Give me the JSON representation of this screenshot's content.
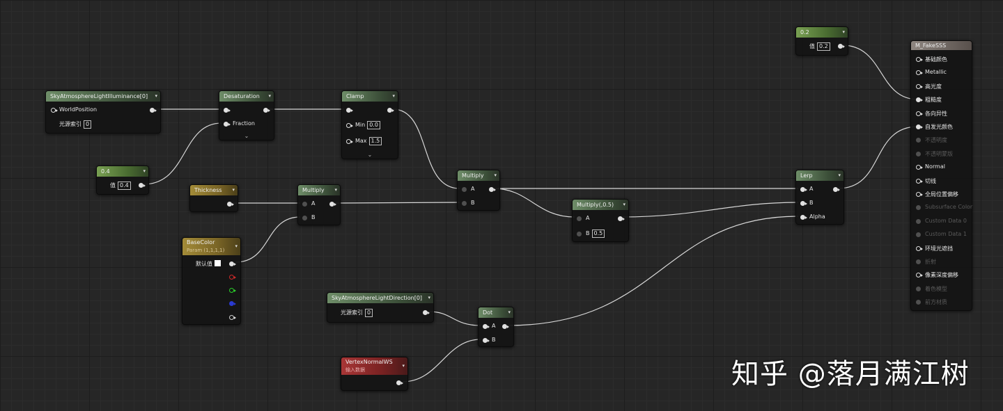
{
  "nodes": {
    "sky_illum": {
      "title": "SkyAtmosphereLightIlluminance[0]",
      "pin_world": "WorldPosition",
      "index_label": "光源索引",
      "index_value": "0"
    },
    "const_04": {
      "title": "0.4",
      "value_label": "值",
      "value": "0.4"
    },
    "desaturation": {
      "title": "Desaturation",
      "fraction": "Fraction"
    },
    "clamp": {
      "title": "Clamp",
      "min_label": "Min",
      "min_value": "0.0",
      "max_label": "Max",
      "max_value": "1.5"
    },
    "thickness": {
      "title": "Thickness"
    },
    "multiply1": {
      "title": "Multiply",
      "a": "A",
      "b": "B"
    },
    "basecolor": {
      "title": "BaseColor",
      "subtitle": "Param (1,1,1,1)",
      "default_label": "默认值"
    },
    "multiply2": {
      "title": "Multiply",
      "a": "A",
      "b": "B"
    },
    "multiply3": {
      "title": "Multiply(,0.5)",
      "a": "A",
      "b": "B",
      "b_value": "0.5"
    },
    "sky_dir": {
      "title": "SkyAtmosphereLightDirection[0]",
      "index_label": "光源索引",
      "index_value": "0"
    },
    "dot": {
      "title": "Dot",
      "a": "A",
      "b": "B"
    },
    "vertex_normal": {
      "title": "VertexNormalWS",
      "subtitle": "输入数据"
    },
    "const_02": {
      "title": "0.2",
      "value_label": "值",
      "value": "0.2"
    },
    "lerp": {
      "title": "Lerp",
      "a": "A",
      "b": "B",
      "alpha": "Alpha"
    }
  },
  "output": {
    "title": "M_FakeSSS",
    "pins": [
      {
        "label": "基础颜色",
        "active": true,
        "connected": false
      },
      {
        "label": "Metallic",
        "active": true,
        "connected": false
      },
      {
        "label": "高光度",
        "active": true,
        "connected": false
      },
      {
        "label": "粗糙度",
        "active": true,
        "connected": true
      },
      {
        "label": "各向异性",
        "active": true,
        "connected": false
      },
      {
        "label": "自发光颜色",
        "active": true,
        "connected": true
      },
      {
        "label": "不透明度",
        "active": false,
        "connected": false
      },
      {
        "label": "不透明蒙版",
        "active": false,
        "connected": false
      },
      {
        "label": "Normal",
        "active": true,
        "connected": false
      },
      {
        "label": "切线",
        "active": true,
        "connected": false
      },
      {
        "label": "全局位置偏移",
        "active": true,
        "connected": false
      },
      {
        "label": "Subsurface Color",
        "active": false,
        "connected": false
      },
      {
        "label": "Custom Data 0",
        "active": false,
        "connected": false
      },
      {
        "label": "Custom Data 1",
        "active": false,
        "connected": false
      },
      {
        "label": "环境光遮挡",
        "active": true,
        "connected": false
      },
      {
        "label": "折射",
        "active": false,
        "connected": false
      },
      {
        "label": "像素深度偏移",
        "active": true,
        "connected": false
      },
      {
        "label": "着色模型",
        "active": false,
        "connected": false
      },
      {
        "label": "前方材质",
        "active": false,
        "connected": false
      }
    ]
  },
  "watermark": "知乎 @落月满江树",
  "colors": {
    "background": "#262626",
    "wire": "#d8d8d8",
    "header_default": "#6e8d68",
    "header_constant": "#79a052",
    "header_param": "#a38b38",
    "header_input": "#a83636"
  },
  "icons": {
    "expand": "chevron-down-icon",
    "dropdown": "chevron-down-icon",
    "pin": "pin-icon"
  }
}
